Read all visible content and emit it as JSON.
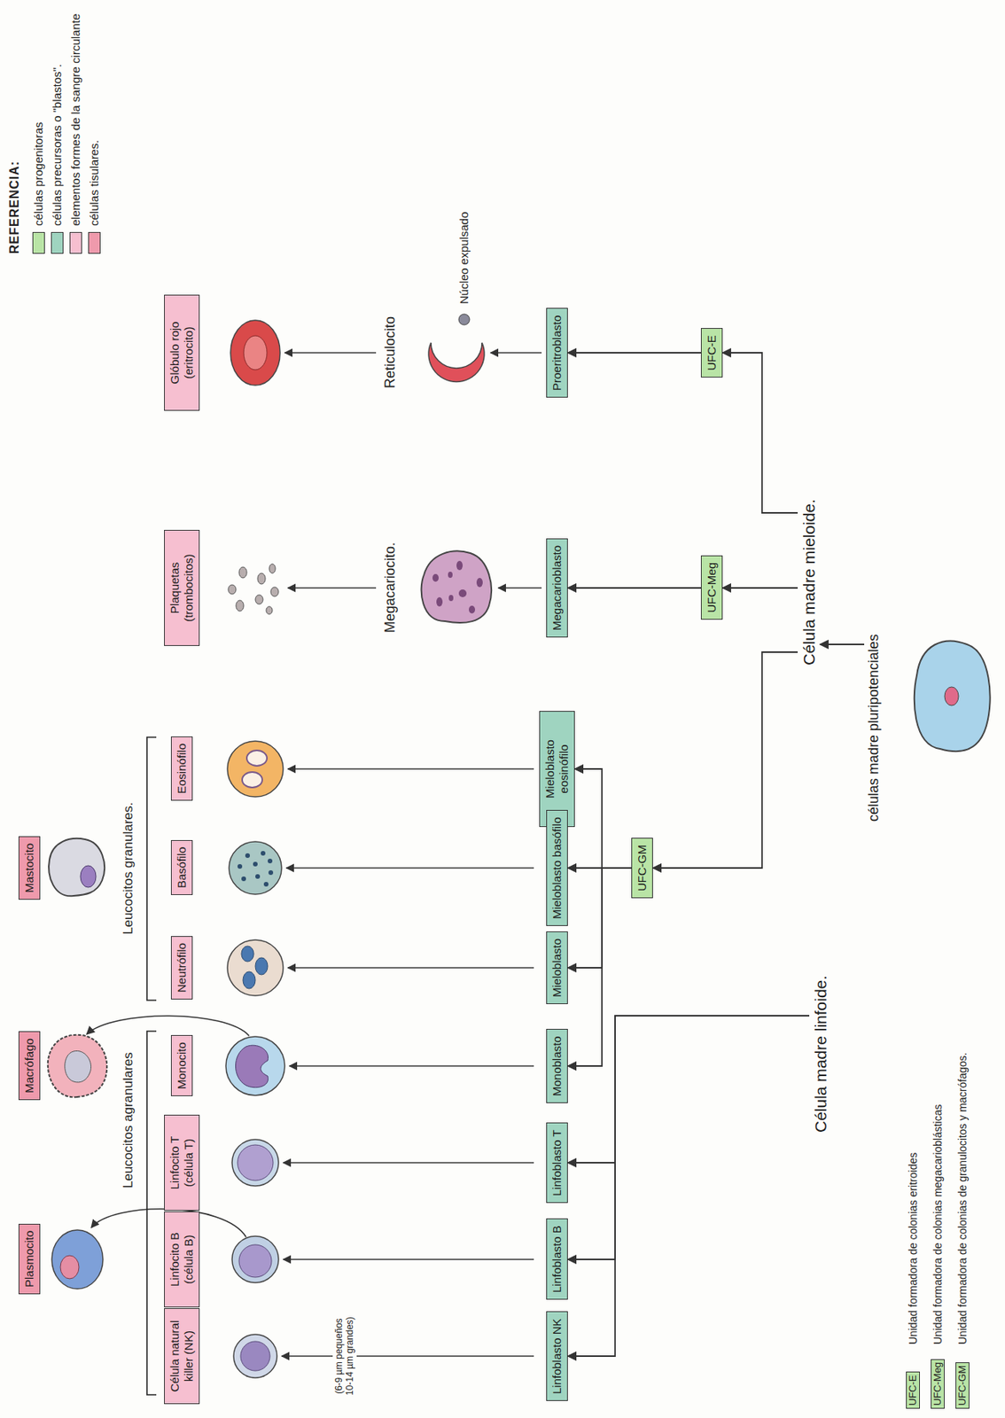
{
  "diagram": {
    "nodes": [
      {
        "text": [
          "células madre pluripotenciales"
        ]
      },
      {
        "text": [
          "Célula madre mieloide."
        ]
      },
      {
        "text": [
          "Célula madre linfoide."
        ]
      },
      {
        "text": [
          "UFC-E"
        ]
      },
      {
        "text": [
          "UFC-Meg"
        ]
      },
      {
        "text": [
          "UFC-GM"
        ]
      },
      {
        "text": [
          "Proeritroblasto"
        ]
      },
      {
        "text": [
          "Megacarioblasto"
        ]
      },
      {
        "text": [
          "Mieloblasto eosinófilo"
        ]
      },
      {
        "text": [
          "Mieloblasto basófilo"
        ]
      },
      {
        "text": [
          "Mieloblasto"
        ]
      },
      {
        "text": [
          "Monoblasto"
        ]
      },
      {
        "text": [
          "Linfoblasto T"
        ]
      },
      {
        "text": [
          "Linfoblasto B"
        ]
      },
      {
        "text": [
          "Linfoblasto NK"
        ]
      },
      {
        "text": [
          "Glóbulo rojo (eritrocito)"
        ]
      },
      {
        "text": [
          "Plaquetas (trombocitos)"
        ]
      },
      {
        "text": [
          "Eosinófilo"
        ]
      },
      {
        "text": [
          "Basófilo"
        ]
      },
      {
        "text": [
          "Neutrófilo"
        ]
      },
      {
        "text": [
          "Monocito"
        ]
      },
      {
        "text": [
          "Linfocito T (célula T)"
        ]
      },
      {
        "text": [
          "Linfocito B (célula B)"
        ]
      },
      {
        "text": [
          "Célula natural killer (NK)"
        ]
      },
      {
        "text": [
          "Mastocito"
        ]
      },
      {
        "text": [
          "Macrófago"
        ]
      },
      {
        "text": [
          "Plasmocito"
        ]
      }
    ],
    "edges": [
      {
        "from": 0,
        "to": 1,
        "arrow": "to"
      },
      {
        "from": 1,
        "to": 3,
        "arrow": "to"
      },
      {
        "from": 1,
        "to": 4,
        "arrow": "to"
      },
      {
        "from": 1,
        "to": 5,
        "arrow": "to"
      },
      {
        "from": 3,
        "to": 6,
        "arrow": "to"
      },
      {
        "from": 4,
        "to": 7,
        "arrow": "to"
      },
      {
        "from": 5,
        "to": 8,
        "arrow": "to"
      },
      {
        "from": 5,
        "to": 9,
        "arrow": "to"
      },
      {
        "from": 5,
        "to": 10,
        "arrow": "to"
      },
      {
        "from": 5,
        "to": 11,
        "arrow": "to"
      },
      {
        "from": 2,
        "to": 12,
        "arrow": "to"
      },
      {
        "from": 2,
        "to": 13,
        "arrow": "to"
      },
      {
        "from": 2,
        "to": 14,
        "arrow": "to"
      }
    ],
    "labels": [
      "REFERENCIA:",
      "Núcleo expulsado",
      "Reticulocito",
      "Megacariocito.",
      "Leucocitos granulares.",
      "Leucocitos agranulares",
      "(6-9 µm pequeños 10-14 µm grandes)",
      "UFC-E",
      "Unidad formadora de colonias eritroides",
      "UFC-Meg",
      "Unidad formadora de colonias megacarioblásticas",
      "UFC-GM",
      "Unidad formadora de colonias de granulocitos y macrófagos."
    ],
    "legend": [
      {
        "text": "células progenitoras",
        "color": "#b9e4a6"
      },
      {
        "text": "células precursoras o \"blastos\".",
        "color": "#9fd4c0"
      },
      {
        "text": "elementos formes de la sangre circulante",
        "color": "#f6bfd0"
      },
      {
        "text": "células tisulares.",
        "color": "#ef9aac"
      }
    ]
  }
}
